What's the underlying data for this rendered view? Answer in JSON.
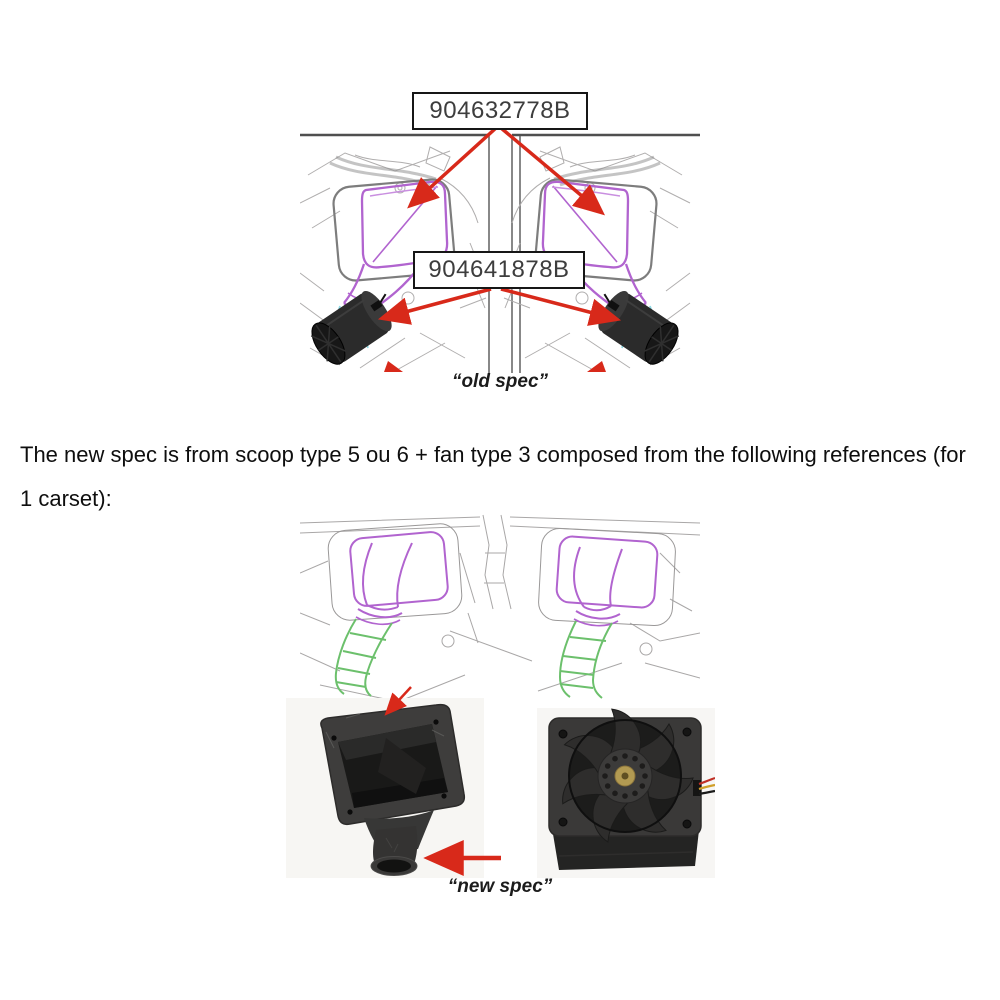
{
  "old_spec_figure": {
    "part_labels": {
      "scoop": "904632778B",
      "fan": "904641878B"
    },
    "caption": "“old spec”"
  },
  "paragraph": {
    "lines": [
      "The new spec is from scoop type 5 ou 6 + fan type 3 composed from the following references (for",
      "1 carset):"
    ]
  },
  "new_spec_figure": {
    "caption": "“new spec”"
  },
  "colors": {
    "arrow_red": "#d8291a",
    "scoop_outline_purple": "#b164cf",
    "hose_green": "#6cc06c",
    "hose_cyan": "#8fd9e4",
    "cad_gray": "#b0aeae",
    "label_border": "#161616"
  }
}
